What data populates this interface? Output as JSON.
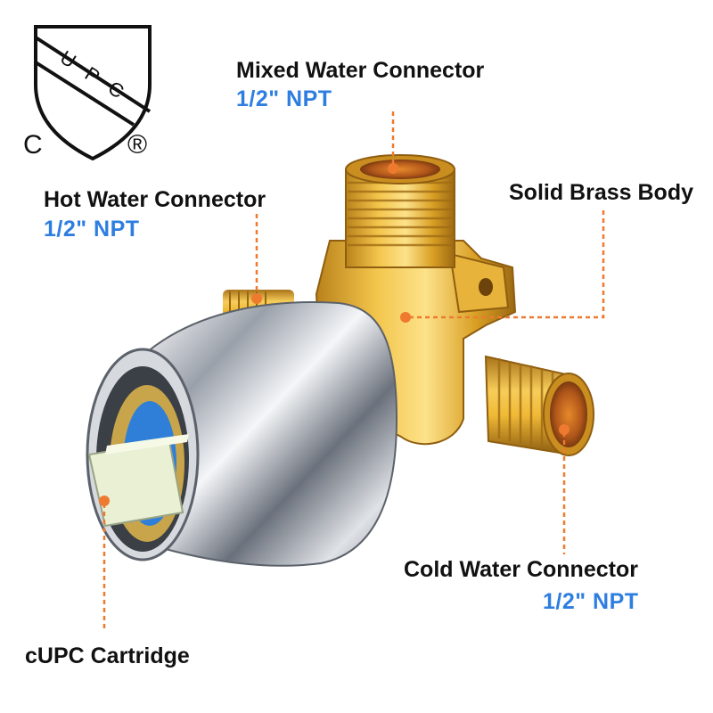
{
  "certification": {
    "mark_letters": [
      "U",
      "P",
      "C"
    ],
    "prefix": "C",
    "registered": "®"
  },
  "callouts": {
    "mixed": {
      "title": "Mixed Water Connector",
      "spec": "1/2\" NPT"
    },
    "hot": {
      "title": "Hot Water Connector",
      "spec": "1/2\" NPT"
    },
    "body": {
      "title": "Solid Brass Body"
    },
    "cold": {
      "title": "Cold Water Connector",
      "spec": "1/2\" NPT"
    },
    "cartridge": {
      "title": "cUPC Cartridge"
    }
  },
  "colors": {
    "leader": "#ee7a30",
    "spec_text": "#2e7ee0",
    "label_text": "#111111",
    "brass": "#d9a426",
    "chrome": "#c9ccd2"
  }
}
